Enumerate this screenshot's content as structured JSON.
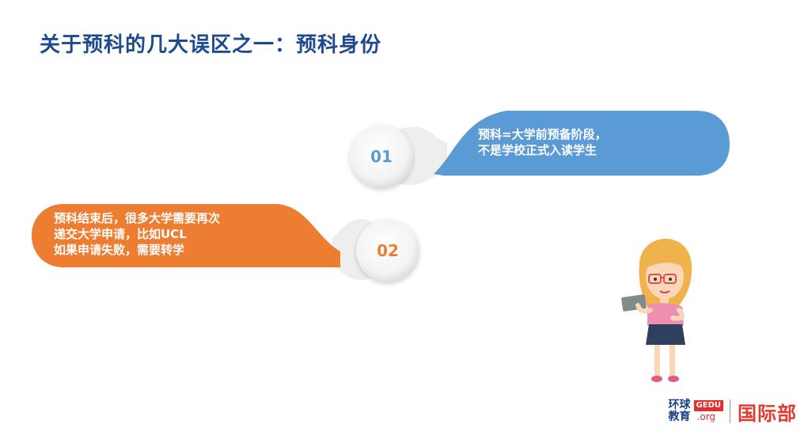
{
  "title": "关于预科的几大误区之一：预科身份",
  "items": [
    {
      "number": "01",
      "lines": [
        "预科=大学前预备阶段，",
        "不是学校正式入读学生"
      ],
      "color": "#5b9bd5"
    },
    {
      "number": "02",
      "lines": [
        "预科结束后，很多大学需要再次",
        "递交大学申请，比如UCL",
        "如果申请失败，需要转学"
      ],
      "color": "#ed7d31"
    }
  ],
  "logo": {
    "cn_line1": "环球",
    "cn_line2": "教育",
    "gedu": "GEDU",
    "org": ".org",
    "dept": "国际部"
  }
}
